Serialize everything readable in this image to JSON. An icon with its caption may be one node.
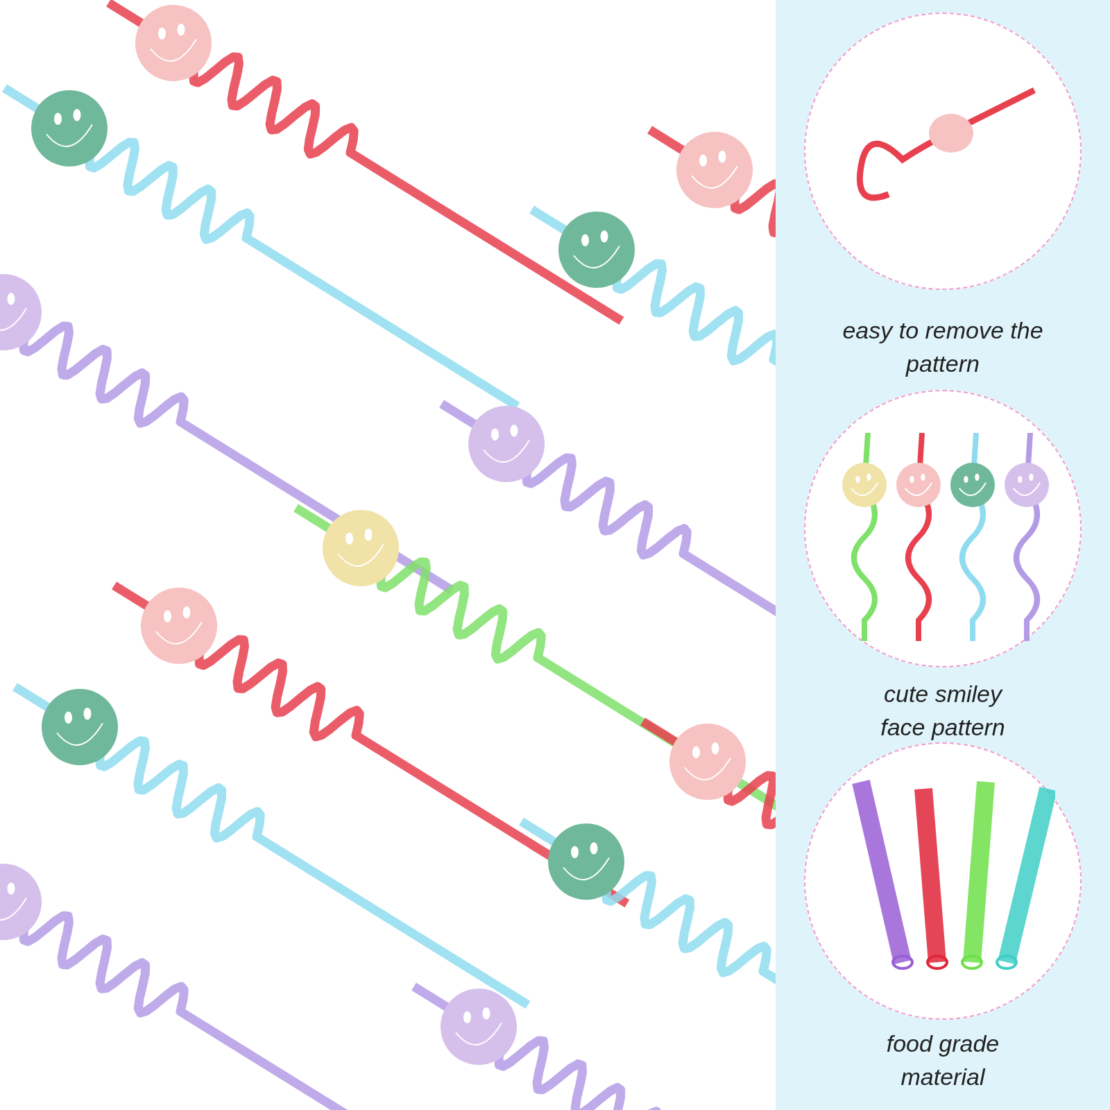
{
  "diagram": {
    "nodes": [
      {
        "text": [],
        "shape": "picture"
      },
      {
        "text": [],
        "shape": "picture"
      },
      {
        "text": [],
        "shape": "picture"
      }
    ],
    "labels": [
      "easy to remove the pattern",
      "cute smiley face pattern",
      "food grade material"
    ]
  }
}
